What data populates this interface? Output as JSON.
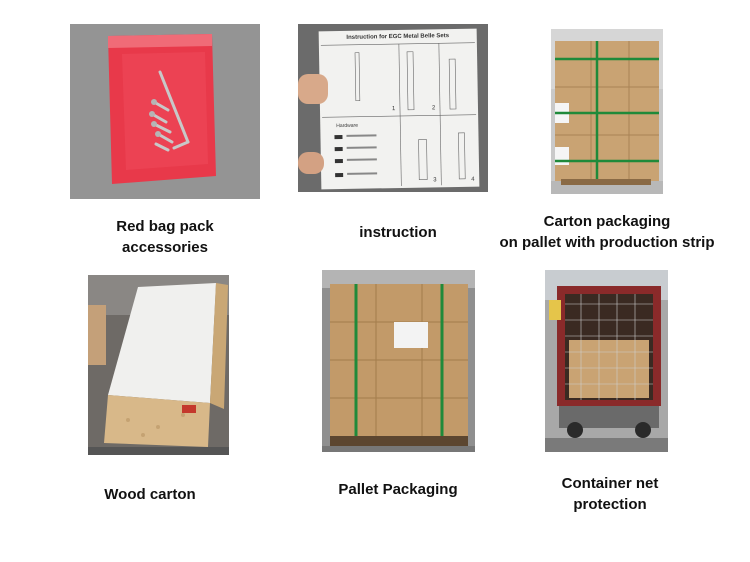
{
  "panels": [
    {
      "id": "red-bag",
      "caption_lines": [
        "Red bag pack",
        "accessories"
      ]
    },
    {
      "id": "instruction",
      "caption_lines": [
        "instruction"
      ],
      "doc_title": "Instruction for EGC Metal Belle Sets",
      "doc_section": "Hardware",
      "step_numbers": [
        "1",
        "2",
        "3",
        "4"
      ]
    },
    {
      "id": "carton-pallet",
      "caption_lines": [
        "Carton packaging",
        "on pallet with production strip"
      ]
    },
    {
      "id": "wood-carton",
      "caption_lines": [
        "Wood carton"
      ]
    },
    {
      "id": "pallet-packaging",
      "caption_lines": [
        "Pallet Packaging"
      ]
    },
    {
      "id": "container-net",
      "caption_lines": [
        "Container net",
        "protection"
      ]
    }
  ],
  "colors": {
    "red_bag": "#e8394a",
    "strap_green": "#1f8a3a",
    "carton": "#c9a373",
    "container_red": "#8a2a2a"
  }
}
